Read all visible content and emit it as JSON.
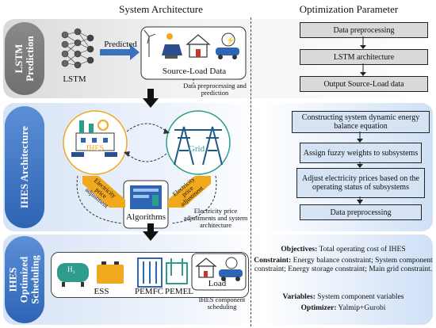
{
  "headers": {
    "left": "System Architecture",
    "right": "Optimization Parameter"
  },
  "rows": {
    "lstm": "LSTM Prediction",
    "ihes": "IHES Architecture",
    "sched": "IHES Optimized Scheduling"
  },
  "lstm_section": {
    "lstm_label": "LSTM",
    "predicted": "Predicted",
    "source_load": "Source-Load  Data",
    "note": "Data preprocessing and prediction",
    "steps": [
      "Data preprocessing",
      "LSTM architecture",
      "Output Source-Load  data"
    ]
  },
  "ihes_section": {
    "ihes_label": "IHES",
    "grid_label": "Grid",
    "algorithms": "Algorithms",
    "price_left": "Electricity price adjustment",
    "price_right": "Electricity price adjustment",
    "note": "Electricity price adjustments and system architecture",
    "steps": [
      "Constructing system dynamic energy balance equation",
      "Assign fuzzy weights to subsystems",
      "Adjust electricity prices based on the operating status of subsystems",
      "Data preprocessing"
    ]
  },
  "sched_section": {
    "ess": "ESS",
    "pemfc": "PEMFC",
    "pemel": "PEMEL",
    "load": "Load",
    "h2": "H₂",
    "note": "IHES component scheduling",
    "objectives_k": "Objectives:",
    "objectives_v": "Total operating cost of IHES",
    "constraint_k": "Constraint:",
    "constraint_v": "Energy balance constraint; System component constraint; Energy storage constraint; Main grid constraint.",
    "variables_k": "Variables:",
    "variables_v": "System component variables",
    "optimizer_k": "Optimizer:",
    "optimizer_v": "Yalmip+Gurobi"
  },
  "colors": {
    "gray_pill": "#7a7a7a",
    "blue_pill": "#3a72c0",
    "orange": "#f2a81d",
    "green": "#2e9c8c"
  }
}
